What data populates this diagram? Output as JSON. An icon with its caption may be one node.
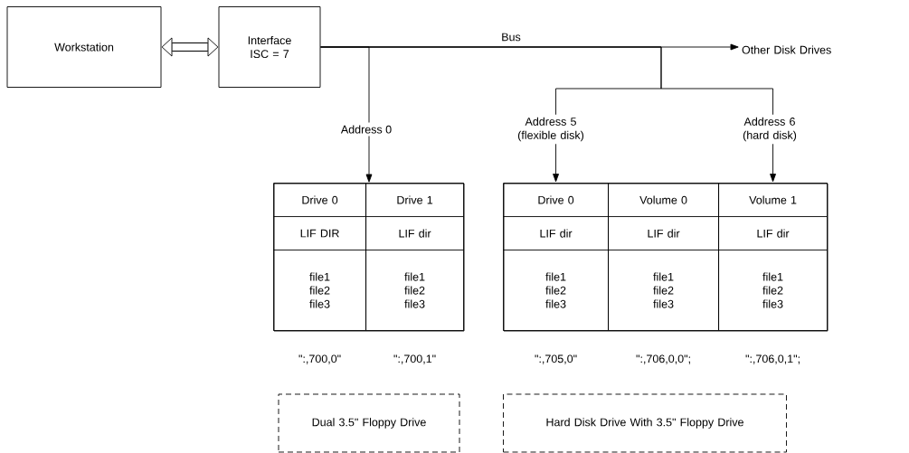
{
  "diagram": {
    "nodes": [
      {
        "text": [
          "Workstation"
        ]
      },
      {
        "text": [
          "Interface ISC = 7"
        ]
      },
      {
        "text": [
          "Other Disk Drives"
        ]
      },
      {
        "text": [],
        "shape": "box"
      },
      {
        "text": [
          "Drive 0",
          "LIF DIR",
          "file1 file2 file3"
        ],
        "in": 3,
        "beside": [
          "\":,700,0\""
        ]
      },
      {
        "text": [
          "Drive 1",
          "LIF dir",
          "file1 file2 file3"
        ],
        "in": 3,
        "beside": [
          "\":,700,1\""
        ]
      },
      {
        "text": [],
        "shape": "box"
      },
      {
        "text": [
          "Drive 0",
          "LIF dir",
          "file1 file2 file3"
        ],
        "in": 6,
        "beside": [
          "\":,705,0\""
        ]
      },
      {
        "text": [
          "Volume 0",
          "LIF dir",
          "file1 file2 file3"
        ],
        "in": 6,
        "beside": [
          "\":,706,0,0\";"
        ]
      },
      {
        "text": [
          "Volume 1",
          "LIF dir",
          "file1 file2 file3"
        ],
        "in": 6,
        "beside": [
          "\":,706,0,1\";"
        ]
      },
      {
        "text": [
          "Dual 3.5\" Floppy Drive"
        ]
      },
      {
        "text": [
          "Hard Disk Drive With 3.5\" Floppy Drive"
        ]
      }
    ],
    "edges": [
      {
        "from": 0,
        "to": 1,
        "arrow": "both",
        "style": "thick"
      },
      {
        "from": 1,
        "to": 2,
        "arrow": "to",
        "label": "Bus"
      },
      {
        "from": 1,
        "to": 3,
        "arrow": "to",
        "label": "Address 0"
      },
      {
        "from": 1,
        "to": 7,
        "arrow": "to",
        "label": "Address 5 (flexible disk)"
      },
      {
        "from": 1,
        "to": 9,
        "arrow": "to",
        "label": "Address 6 (hard disk)"
      }
    ]
  }
}
